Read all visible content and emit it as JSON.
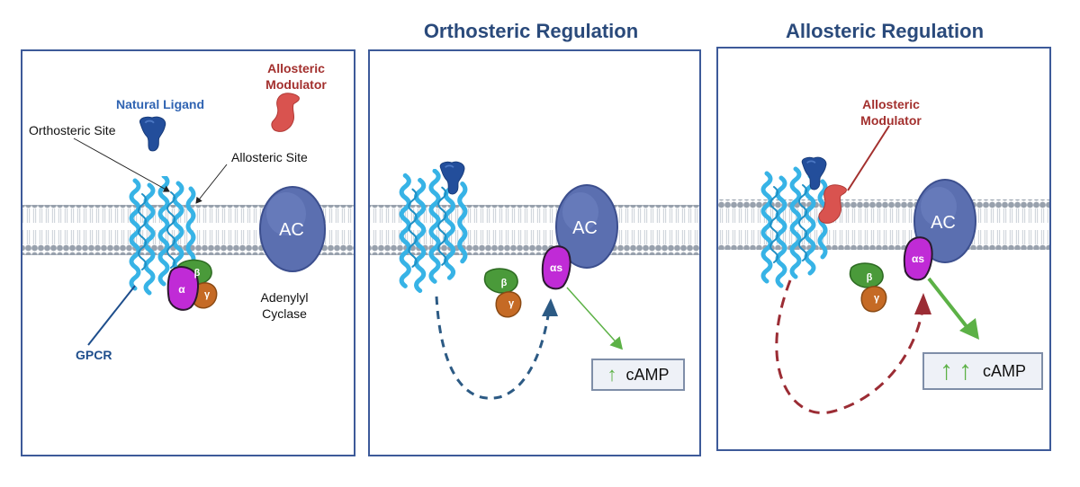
{
  "panels": {
    "left": {
      "title": "",
      "natural_ligand": "Natural Ligand",
      "allosteric_modulator_line1": "Allosteric",
      "allosteric_modulator_line2": "Modulator",
      "orthosteric_site": "Orthosteric Site",
      "allosteric_site": "Allosteric Site",
      "ac": "AC",
      "adenylyl_line1": "Adenylyl",
      "adenylyl_line2": "Cyclase",
      "gpcr": "GPCR",
      "alpha": "α",
      "beta": "β",
      "gamma": "γ"
    },
    "middle": {
      "title": "Orthosteric Regulation",
      "ac": "AC",
      "alpha_s": "αs",
      "beta": "β",
      "gamma": "γ",
      "camp": "cAMP"
    },
    "right": {
      "title": "Allosteric Regulation",
      "allosteric_modulator_line1": "Allosteric",
      "allosteric_modulator_line2": "Modulator",
      "ac": "AC",
      "alpha_s": "αs",
      "beta": "β",
      "gamma": "γ",
      "camp": "cAMP"
    }
  },
  "colors": {
    "border": "#3d5a99",
    "title": "#2a4a7b",
    "ligand": "#234e9b",
    "modulator": "#d9534f",
    "receptor": "#37b3e6",
    "ac": "#5b6fb0",
    "alpha": "#c02bd6",
    "beta": "#4a9a3a",
    "gamma": "#c56a25",
    "arrow_green": "#5cb146",
    "dashed_blue": "#2c5a84",
    "dashed_red": "#9b2c34"
  }
}
